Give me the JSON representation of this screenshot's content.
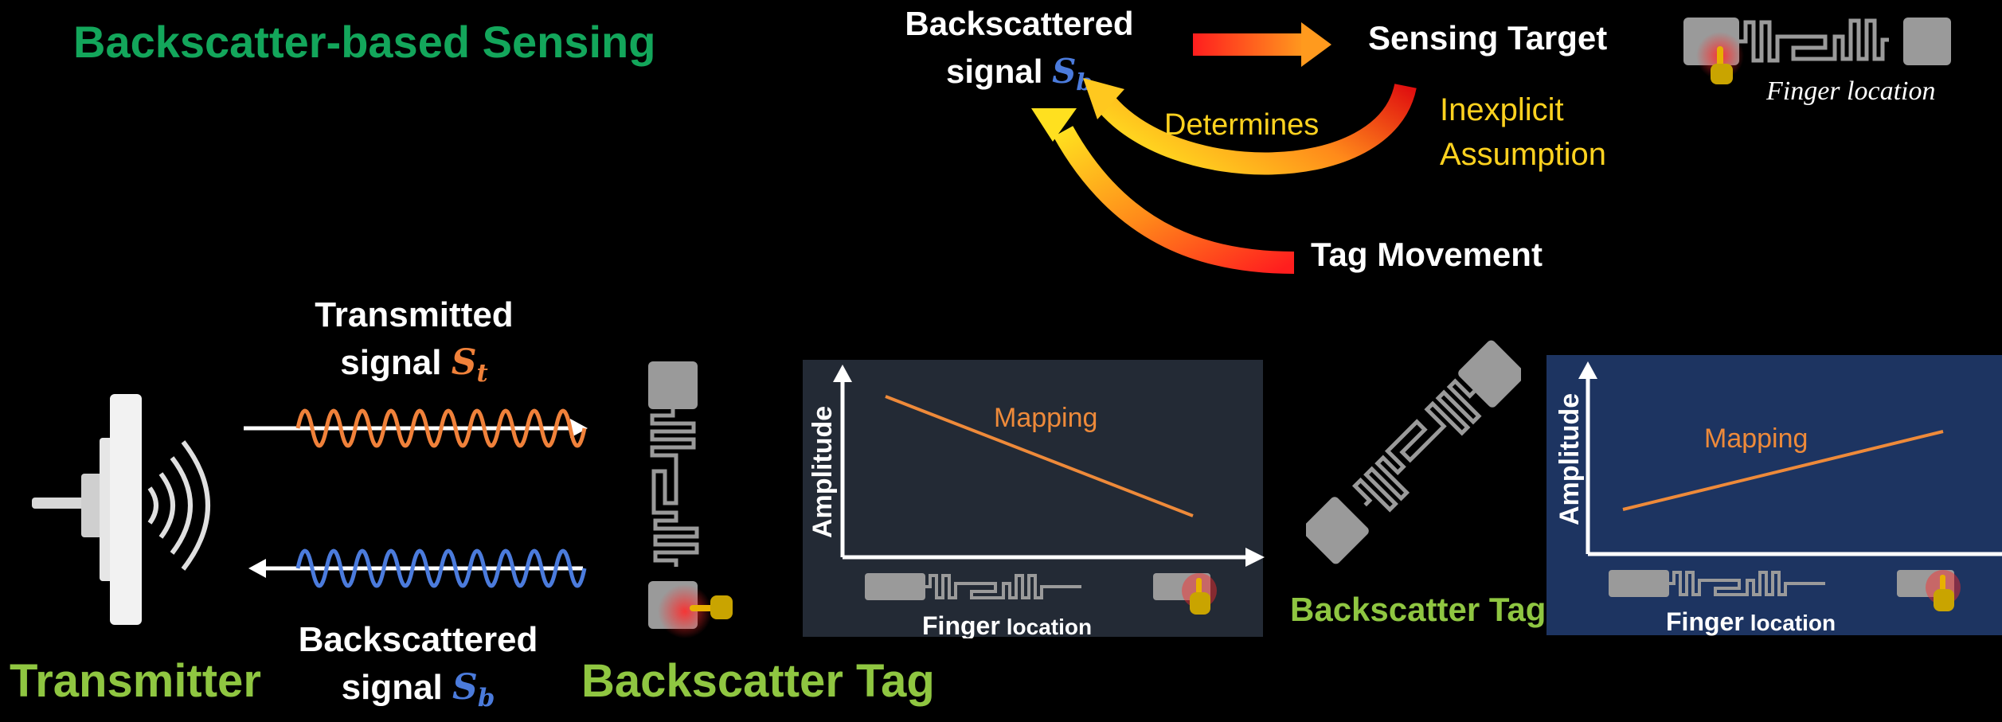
{
  "title": "Backscatter-based Sensing",
  "colors": {
    "title_green": "#13a65b",
    "tag_green": "#8fc641",
    "st_orange": "#f0813a",
    "sb_blue": "#4b7bdc",
    "yellow_text": "#ffd21f",
    "mapping_orange": "#ee8a3a",
    "panel_dark": "#232a35",
    "panel_blue": "#1d3461",
    "tag_gray": "#9a9a9a"
  },
  "top_diagram": {
    "backscattered_line1": "Backscattered",
    "backscattered_line2": "signal",
    "sb_symbol": "S",
    "sb_subscript": "b",
    "sensing_target": "Sensing Target",
    "determines": "Determines",
    "inexplicit_line1": "Inexplicit",
    "inexplicit_line2": "Assumption",
    "tag_movement": "Tag Movement",
    "finger_location_caption": "Finger location"
  },
  "bottom_diagram": {
    "transmitted_line1": "Transmitted",
    "transmitted_line2": "signal",
    "st_symbol": "S",
    "st_subscript": "t",
    "backscattered_line1": "Backscattered",
    "backscattered_line2": "signal",
    "sb_symbol": "S",
    "sb_subscript": "b",
    "transmitter_label": "Transmitter",
    "backscatter_tag_label": "Backscatter Tag",
    "backscatter_tag_label_2": "Backscatter Tag"
  },
  "chart_data": [
    {
      "type": "line",
      "xlabel_bold": "Finger",
      "xlabel_rest": "location",
      "ylabel": "Amplitude",
      "series": [
        {
          "name": "Mapping",
          "trend": "decreasing"
        }
      ]
    },
    {
      "type": "line",
      "xlabel_bold": "Finger",
      "xlabel_rest": "location",
      "ylabel": "Amplitude",
      "series": [
        {
          "name": "Mapping",
          "trend": "increasing"
        }
      ]
    }
  ]
}
